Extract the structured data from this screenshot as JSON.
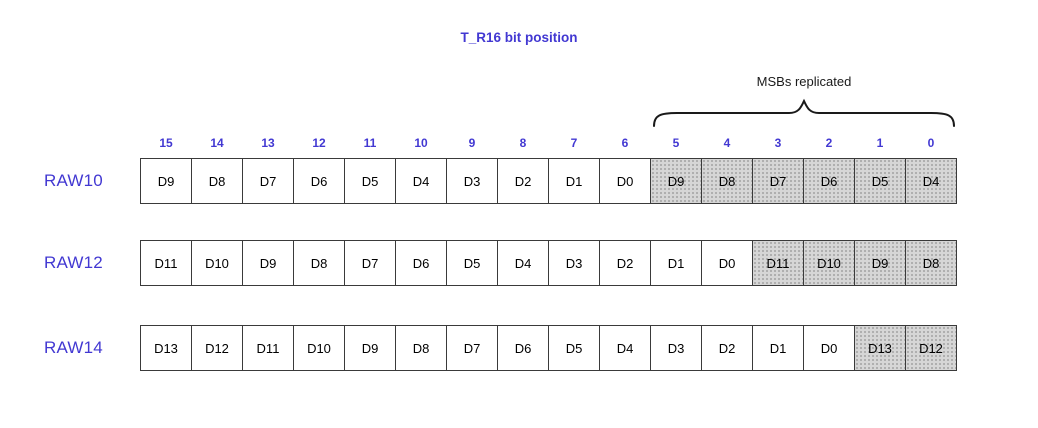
{
  "title": "T_R16 bit position",
  "msbs_label": "MSBs replicated",
  "bit_positions": [
    "15",
    "14",
    "13",
    "12",
    "11",
    "10",
    "9",
    "8",
    "7",
    "6",
    "5",
    "4",
    "3",
    "2",
    "1",
    "0"
  ],
  "rows": [
    {
      "label": "RAW10",
      "cells": [
        {
          "text": "D9",
          "shaded": false
        },
        {
          "text": "D8",
          "shaded": false
        },
        {
          "text": "D7",
          "shaded": false
        },
        {
          "text": "D6",
          "shaded": false
        },
        {
          "text": "D5",
          "shaded": false
        },
        {
          "text": "D4",
          "shaded": false
        },
        {
          "text": "D3",
          "shaded": false
        },
        {
          "text": "D2",
          "shaded": false
        },
        {
          "text": "D1",
          "shaded": false
        },
        {
          "text": "D0",
          "shaded": false
        },
        {
          "text": "D9",
          "shaded": true
        },
        {
          "text": "D8",
          "shaded": true
        },
        {
          "text": "D7",
          "shaded": true
        },
        {
          "text": "D6",
          "shaded": true
        },
        {
          "text": "D5",
          "shaded": true
        },
        {
          "text": "D4",
          "shaded": true
        }
      ]
    },
    {
      "label": "RAW12",
      "cells": [
        {
          "text": "D11",
          "shaded": false
        },
        {
          "text": "D10",
          "shaded": false
        },
        {
          "text": "D9",
          "shaded": false
        },
        {
          "text": "D8",
          "shaded": false
        },
        {
          "text": "D7",
          "shaded": false
        },
        {
          "text": "D6",
          "shaded": false
        },
        {
          "text": "D5",
          "shaded": false
        },
        {
          "text": "D4",
          "shaded": false
        },
        {
          "text": "D3",
          "shaded": false
        },
        {
          "text": "D2",
          "shaded": false
        },
        {
          "text": "D1",
          "shaded": false
        },
        {
          "text": "D0",
          "shaded": false
        },
        {
          "text": "D11",
          "shaded": true
        },
        {
          "text": "D10",
          "shaded": true
        },
        {
          "text": "D9",
          "shaded": true
        },
        {
          "text": "D8",
          "shaded": true
        }
      ]
    },
    {
      "label": "RAW14",
      "cells": [
        {
          "text": "D13",
          "shaded": false
        },
        {
          "text": "D12",
          "shaded": false
        },
        {
          "text": "D11",
          "shaded": false
        },
        {
          "text": "D10",
          "shaded": false
        },
        {
          "text": "D9",
          "shaded": false
        },
        {
          "text": "D8",
          "shaded": false
        },
        {
          "text": "D7",
          "shaded": false
        },
        {
          "text": "D6",
          "shaded": false
        },
        {
          "text": "D5",
          "shaded": false
        },
        {
          "text": "D4",
          "shaded": false
        },
        {
          "text": "D3",
          "shaded": false
        },
        {
          "text": "D2",
          "shaded": false
        },
        {
          "text": "D1",
          "shaded": false
        },
        {
          "text": "D0",
          "shaded": false
        },
        {
          "text": "D13",
          "shaded": true
        },
        {
          "text": "D12",
          "shaded": true
        }
      ]
    }
  ],
  "colors": {
    "accent": "#4238d2",
    "cell_border": "#3a3a3a",
    "shaded_bg": "#d6d6d6",
    "shaded_dot": "#a2a2a2"
  }
}
